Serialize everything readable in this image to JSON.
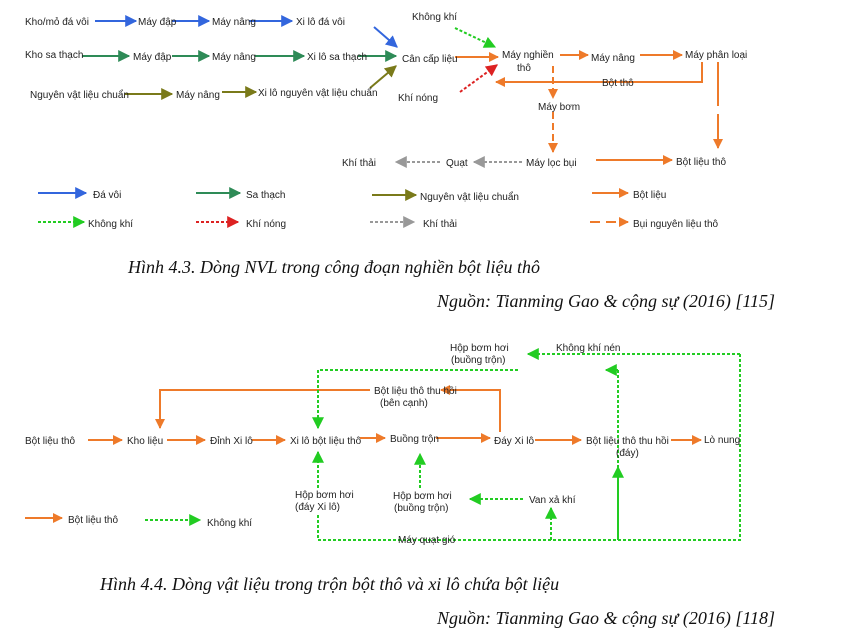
{
  "colors": {
    "limestone": "#3366dd",
    "sandstone": "#2e8b57",
    "standard": "#7a7a1a",
    "raw_meal": "#ee7a2a",
    "air": "#22cc22",
    "hot_air": "#dd2222",
    "exhaust": "#999999"
  },
  "fig1": {
    "nodes": {
      "quarry_limestone": "Kho/mỏ đá vôi",
      "crusher1": "Máy đập",
      "elevator1": "Máy nâng",
      "silo_limestone": "Xi lô đá vôi",
      "sand_storage": "Kho sa thạch",
      "crusher2": "Máy đập",
      "elevator2": "Máy nâng",
      "silo_sand": "Xi lô sa thạch",
      "std_material": "Nguyên vật liệu chuẩn",
      "elevator3": "Máy nâng",
      "silo_std": "Xi lô nguyên vật liệu chuẩn",
      "air_in": "Không khí",
      "feeder": "Cân cấp liệu",
      "hot_air": "Khí nóng",
      "mill": "Máy nghiền",
      "mill_2": "thô",
      "elevator4": "Máy nâng",
      "separator": "Máy phân loại",
      "return_meal": "Bột thô",
      "pump": "Máy bơm",
      "exhaust": "Khí thải",
      "fan": "Quạt",
      "dust_filter": "Máy lọc bụi",
      "raw_meal": "Bột liệu thô"
    },
    "legend": [
      {
        "label": "Đá vôi"
      },
      {
        "label": "Sa thạch"
      },
      {
        "label": "Nguyên vật liệu chuẩn"
      },
      {
        "label": "Bột liệu"
      },
      {
        "label": "Không khí"
      },
      {
        "label": "Khí nóng"
      },
      {
        "label": "Khí thải"
      },
      {
        "label": "Bụi nguyên liệu thô"
      }
    ],
    "caption": "Hình 4.3. Dòng NVL trong công đoạn nghiền bột liệu thô",
    "source": "Nguồn:  Tianming Gao & cộng sự (2016)  [115]"
  },
  "fig2": {
    "nodes": {
      "raw_meal": "Bột liệu thô",
      "storage": "Kho liệu",
      "silo_top": "Đỉnh Xi lô",
      "silo": "Xi lô bột liệu thô",
      "mix_chamber": "Buồng trộn",
      "silo_bottom": "Đáy Xi lô",
      "recovered_bottom": "Bột liệu thô thu hồi",
      "recovered_bottom_2": "(đáy)",
      "kiln": "Lò nung",
      "steam_box_top": "Hộp bơm hơi",
      "steam_box_top_2": "(buồng trộn)",
      "compressed_air": "Không khí nén",
      "recovered_side": "Bột liệu thô thu hồi",
      "recovered_side_2": "(bên cạnh)",
      "steam_box_bottom": "Hộp bơm hơi",
      "steam_box_bottom_2": "(đáy Xi lô)",
      "steam_box_mix": "Hộp bơm hơi",
      "steam_box_mix_2": "(buồng trộn)",
      "vent_valve": "Van xả khí",
      "blower": "Máy quạt gió"
    },
    "legend": [
      {
        "label": "Bột liệu thô"
      },
      {
        "label": "Không khí"
      }
    ],
    "caption": "Hình 4.4. Dòng vật liệu trong trộn bột thô và xi lô chứa bột liệu",
    "source": "Nguồn:  Tianming Gao & cộng sự (2016)  [118]"
  }
}
